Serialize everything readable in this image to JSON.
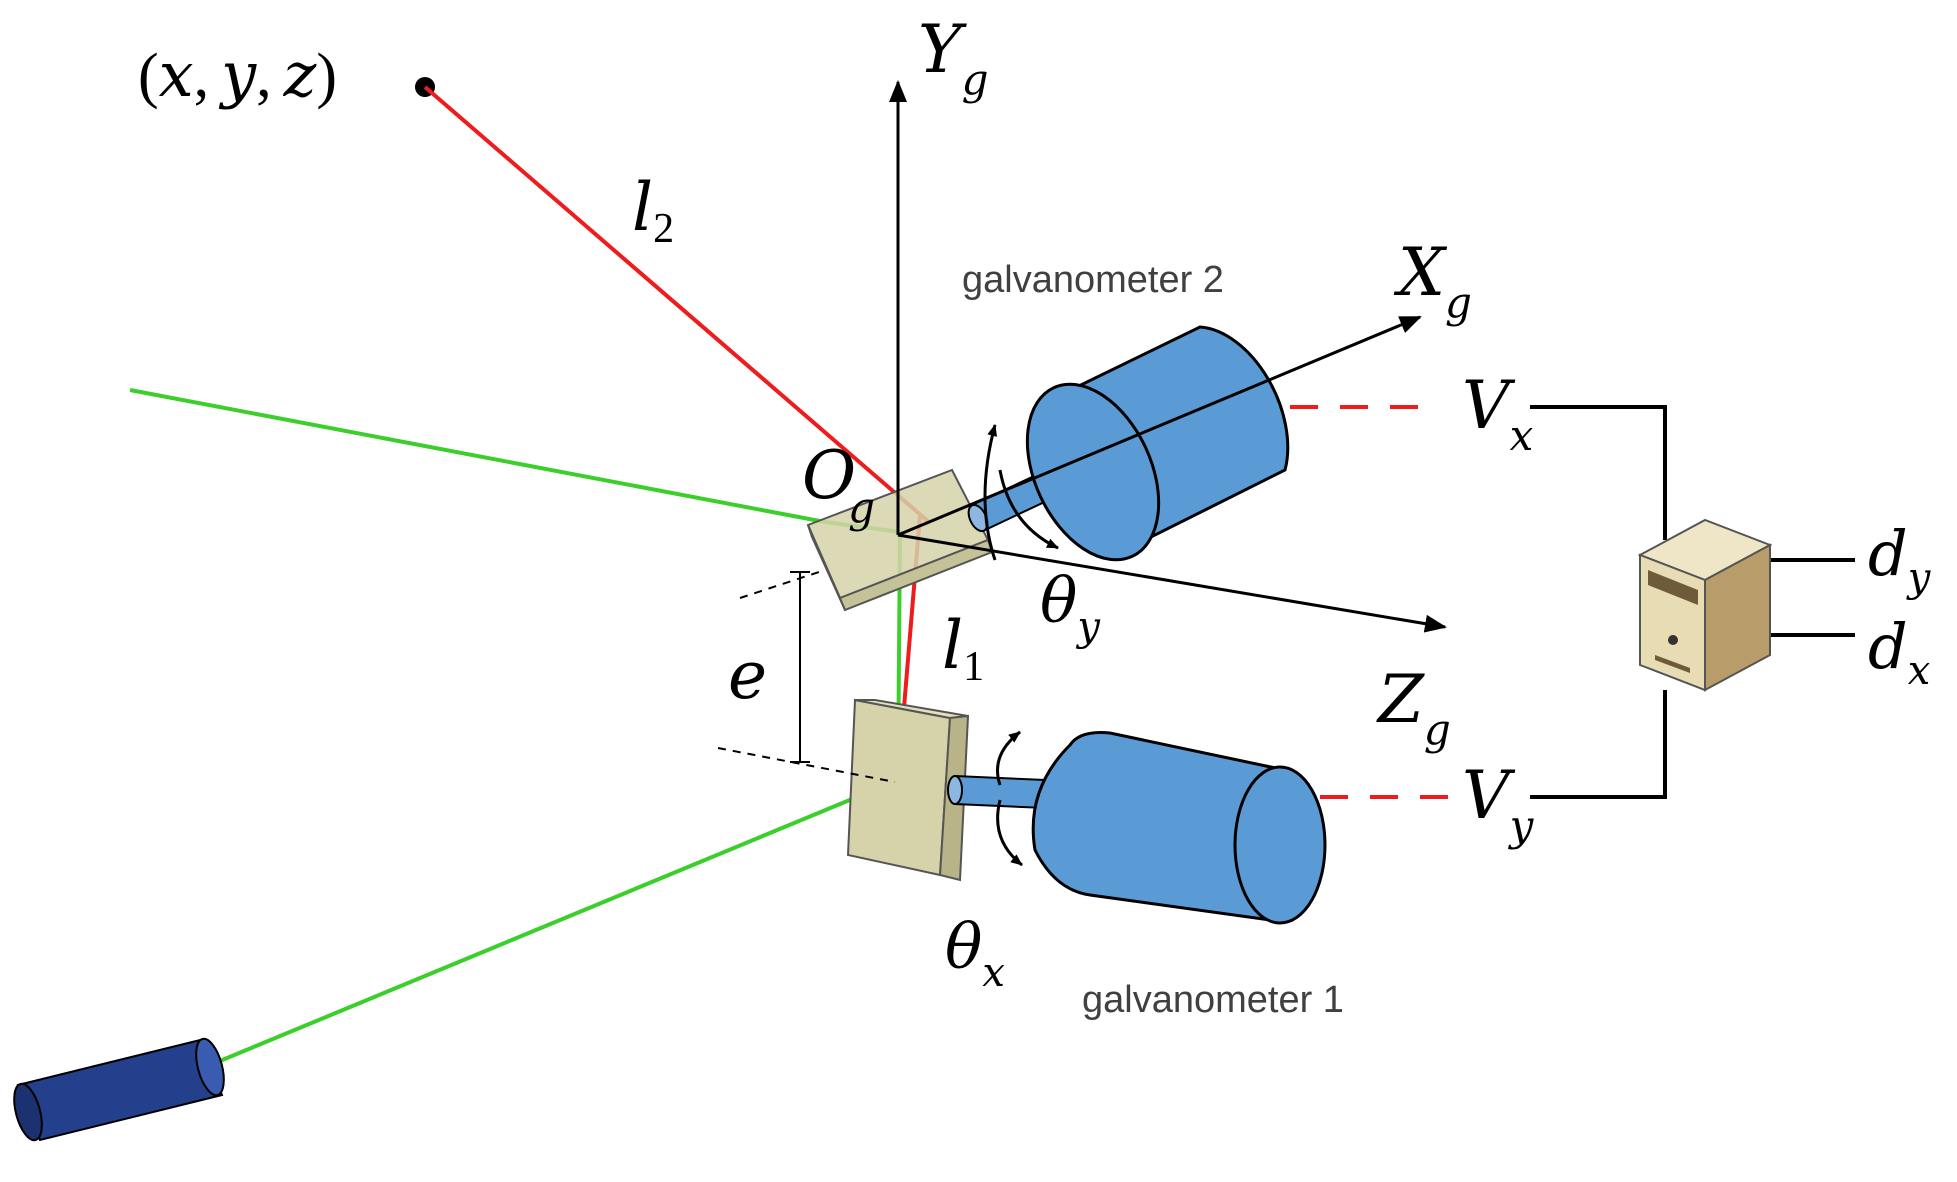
{
  "point_label": {
    "open": "(",
    "x": "x",
    "sep1": ",",
    "y": "y",
    "sep2": ",",
    "z": "z",
    "close": ")"
  },
  "axes": {
    "y": {
      "base": "Y",
      "sub": "g"
    },
    "x": {
      "base": "X",
      "sub": "g"
    },
    "z": {
      "base": "Z",
      "sub": "g"
    },
    "origin": {
      "base": "O",
      "sub": "g"
    }
  },
  "lengths": {
    "l2": {
      "base": "l",
      "sub": "2"
    },
    "l1": {
      "base": "l",
      "sub": "1"
    },
    "e": "e"
  },
  "angles": {
    "theta_y": {
      "base": "θ",
      "sub": "y"
    },
    "theta_x": {
      "base": "θ",
      "sub": "x"
    }
  },
  "galvanometers": {
    "g2": "galvanometer 2",
    "g1": "galvanometer 1"
  },
  "voltages": {
    "vx": {
      "base": "V",
      "sub": "x"
    },
    "vy": {
      "base": "V",
      "sub": "y"
    }
  },
  "outputs": {
    "dy": {
      "base": "d",
      "sub": "y"
    },
    "dx": {
      "base": "d",
      "sub": "x"
    }
  },
  "colors": {
    "red_beam": "#ee1c1c",
    "green_beam": "#3ccf2c",
    "motor_blue": "#5b9bd5",
    "laser_blue": "#243f8c",
    "mirror": "#d6d2aa",
    "caption_gray": "#404040"
  },
  "icons": {
    "computer": "computer-tower-icon",
    "laser": "laser-emitter-icon"
  }
}
